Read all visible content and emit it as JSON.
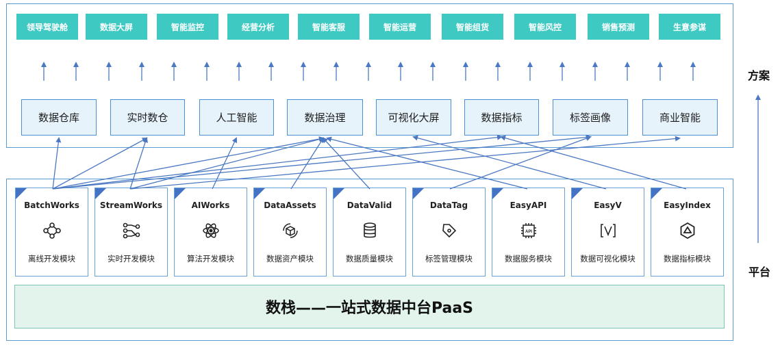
{
  "scenarios": [
    "领导驾驶舱",
    "数据大屏",
    "智能监控",
    "经营分析",
    "智能客服",
    "智能运营",
    "智能组货",
    "智能风控",
    "销售预测",
    "生意参谋"
  ],
  "capabilities": [
    "数据仓库",
    "实时数仓",
    "人工智能",
    "数据治理",
    "可视化大屏",
    "数据指标",
    "标签画像",
    "商业智能"
  ],
  "modules": [
    {
      "name": "BatchWorks",
      "desc": "离线开发模块",
      "icon": "network-nodes-icon"
    },
    {
      "name": "StreamWorks",
      "desc": "实时开发模块",
      "icon": "stream-flow-icon"
    },
    {
      "name": "AIWorks",
      "desc": "算法开发模块",
      "icon": "atom-icon"
    },
    {
      "name": "DataAssets",
      "desc": "数据资产模块",
      "icon": "cube-cycle-icon"
    },
    {
      "name": "DataValid",
      "desc": "数据质量模块",
      "icon": "database-icon"
    },
    {
      "name": "DataTag",
      "desc": "标签管理模块",
      "icon": "tag-icon"
    },
    {
      "name": "EasyAPI",
      "desc": "数据服务模块",
      "icon": "api-chip-icon"
    },
    {
      "name": "EasyV",
      "desc": "数据可视化模块",
      "icon": "visual-bracket-icon"
    },
    {
      "name": "EasyIndex",
      "desc": "数据指标模块",
      "icon": "hexagon-index-icon"
    }
  ],
  "platform_title": "数栈——一站式数据中台PaaS",
  "side_labels": {
    "solution": "方案",
    "platform": "平台"
  },
  "colors": {
    "scenario_bg": "#3fc9c3",
    "capability_bg": "#e6f3fb",
    "line": "#4a78c2",
    "paas_bg": "#e2f4ec",
    "module_corner": "#4472c4"
  }
}
